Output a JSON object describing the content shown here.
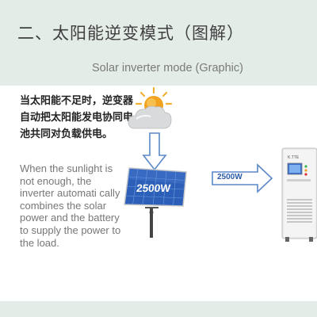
{
  "title_zh": "二、太阳能逆变模式（图解）",
  "title_en": "Solar inverter mode (Graphic)",
  "description_zh": "当太阳能不足时，逆变器自动把太阳能发电协同电池共同对负载供电。",
  "description_en": "When the sunlight is not enough, the inverter automati cally combines the solar power and the battery to supply the power to the load.",
  "solar_panel_power": "2500W",
  "arrow_power": "2500W",
  "inverter_brand": "K.TTE",
  "icons": [
    "sun-cloud-icon",
    "down-arrow-icon",
    "solar-panel-icon",
    "right-arrow-icon",
    "inverter-icon"
  ],
  "colors": {
    "band": "#e4ece7",
    "panel_blue": "#2c5fb8",
    "arrow_outline": "#5a88c8",
    "sun": "#f0a020"
  }
}
